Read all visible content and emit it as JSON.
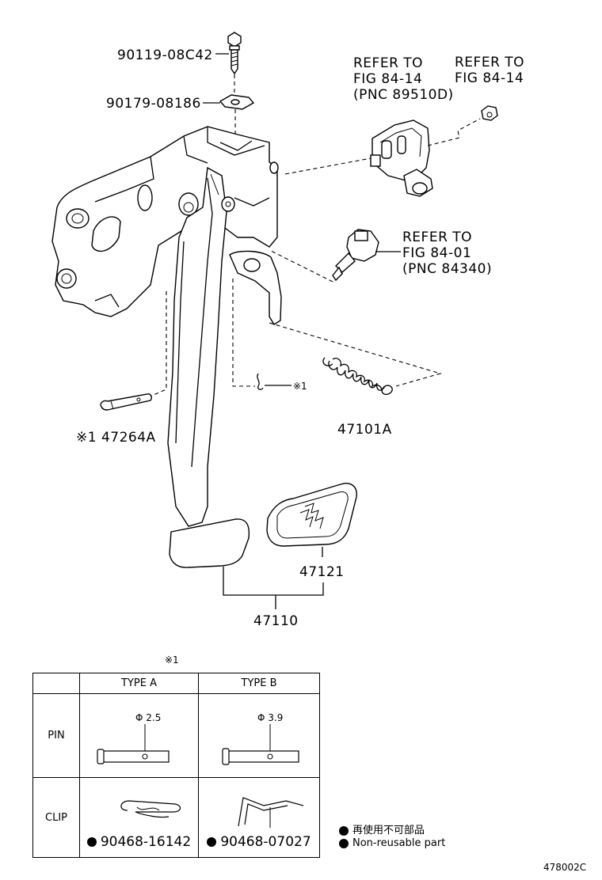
{
  "labels": {
    "bolt": "90119-08C42",
    "washer": "90179-08186",
    "refer_sensor_1": "REFER TO",
    "refer_sensor_2": "FIG 84-14",
    "refer_sensor_3": "(PNC 89510D)",
    "refer_nut_1": "REFER TO",
    "refer_nut_2": "FIG 84-14",
    "refer_switch_1": "REFER TO",
    "refer_switch_2": "FIG 84-01",
    "refer_switch_3": "(PNC 84340)",
    "clip_mark": "※1",
    "pin": "※1 47264A",
    "spring": "47101A",
    "pad": "47121",
    "pedal": "47110"
  },
  "table": {
    "title_mark": "※1",
    "col_a": "TYPE A",
    "col_b": "TYPE B",
    "row_pin": "PIN",
    "row_clip": "CLIP",
    "dia_a": "Φ 2.5",
    "dia_b": "Φ 3.9",
    "part_a": "90468-16142",
    "part_b": "90468-07027"
  },
  "legend": {
    "line1": "再使用不可部品",
    "line2": "Non-reusable part"
  },
  "figure_id": "478002C"
}
